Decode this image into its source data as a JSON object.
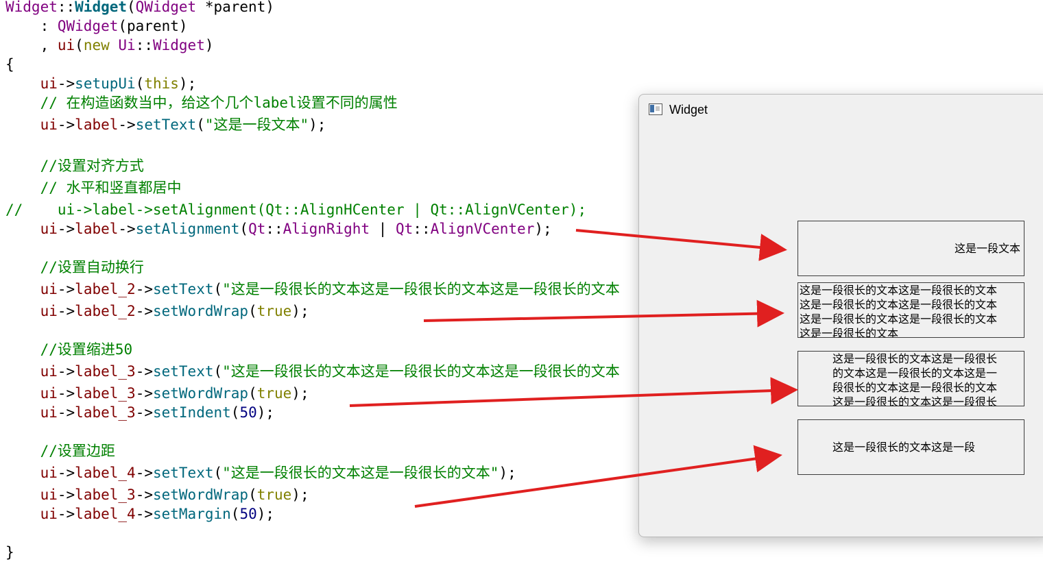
{
  "code_lines": [
    {
      "id": "l1",
      "parts": [
        {
          "t": "Widget",
          "c": "kw-cls"
        },
        {
          "t": "::",
          "c": ""
        },
        {
          "t": "Widget",
          "c": "kw-fn"
        },
        {
          "t": "(",
          "c": ""
        },
        {
          "t": "QWidget",
          "c": "kw-cls"
        },
        {
          "t": " *parent)",
          "c": ""
        }
      ]
    },
    {
      "id": "l2",
      "parts": [
        {
          "t": "    : ",
          "c": ""
        },
        {
          "t": "QWidget",
          "c": "kw-cls"
        },
        {
          "t": "(parent)",
          "c": ""
        }
      ]
    },
    {
      "id": "l3",
      "parts": [
        {
          "t": "    , ",
          "c": ""
        },
        {
          "t": "ui",
          "c": "kw-member"
        },
        {
          "t": "(",
          "c": ""
        },
        {
          "t": "new ",
          "c": "kw-bool"
        },
        {
          "t": "Ui",
          "c": "kw-ns"
        },
        {
          "t": "::",
          "c": ""
        },
        {
          "t": "Widget",
          "c": "kw-cls"
        },
        {
          "t": ")",
          "c": ""
        }
      ]
    },
    {
      "id": "l4",
      "parts": [
        {
          "t": "{",
          "c": ""
        }
      ]
    },
    {
      "id": "l5",
      "parts": [
        {
          "t": "    ",
          "c": ""
        },
        {
          "t": "ui",
          "c": "kw-member"
        },
        {
          "t": "->",
          "c": ""
        },
        {
          "t": "setupUi",
          "c": "kw-method"
        },
        {
          "t": "(",
          "c": ""
        },
        {
          "t": "this",
          "c": "kw-bool"
        },
        {
          "t": ");",
          "c": ""
        }
      ]
    },
    {
      "id": "l6",
      "parts": [
        {
          "t": "    // 在构造函数当中，给这个几个label设置不同的属性",
          "c": "kw-cm"
        }
      ]
    },
    {
      "id": "l7",
      "parts": [
        {
          "t": "    ",
          "c": ""
        },
        {
          "t": "ui",
          "c": "kw-member"
        },
        {
          "t": "->",
          "c": ""
        },
        {
          "t": "label",
          "c": "kw-member"
        },
        {
          "t": "->",
          "c": ""
        },
        {
          "t": "setText",
          "c": "kw-method"
        },
        {
          "t": "(",
          "c": ""
        },
        {
          "t": "\"这是一段文本\"",
          "c": "kw-str"
        },
        {
          "t": ");",
          "c": ""
        }
      ]
    },
    {
      "id": "l8",
      "parts": [
        {
          "t": "    //设置对齐方式",
          "c": "kw-cm"
        }
      ]
    },
    {
      "id": "l9",
      "parts": [
        {
          "t": "    // 水平和竖直都居中",
          "c": "kw-cm"
        }
      ]
    },
    {
      "id": "l10",
      "parts": [
        {
          "t": "//    ui->label->setAlignment(Qt::AlignHCenter | Qt::AlignVCenter);",
          "c": "kw-cm"
        }
      ]
    },
    {
      "id": "l11",
      "parts": [
        {
          "t": "    ",
          "c": ""
        },
        {
          "t": "ui",
          "c": "kw-member"
        },
        {
          "t": "->",
          "c": ""
        },
        {
          "t": "label",
          "c": "kw-member"
        },
        {
          "t": "->",
          "c": ""
        },
        {
          "t": "setAlignment",
          "c": "kw-method"
        },
        {
          "t": "(",
          "c": ""
        },
        {
          "t": "Qt",
          "c": "kw-ns"
        },
        {
          "t": "::",
          "c": ""
        },
        {
          "t": "AlignRight",
          "c": "kw-enum"
        },
        {
          "t": " | ",
          "c": ""
        },
        {
          "t": "Qt",
          "c": "kw-ns"
        },
        {
          "t": "::",
          "c": ""
        },
        {
          "t": "AlignVCenter",
          "c": "kw-enum"
        },
        {
          "t": ");",
          "c": ""
        }
      ]
    },
    {
      "id": "l12",
      "parts": [
        {
          "t": "    //设置自动换行",
          "c": "kw-cm"
        }
      ]
    },
    {
      "id": "l13",
      "parts": [
        {
          "t": "    ",
          "c": ""
        },
        {
          "t": "ui",
          "c": "kw-member"
        },
        {
          "t": "->",
          "c": ""
        },
        {
          "t": "label_2",
          "c": "kw-member"
        },
        {
          "t": "->",
          "c": ""
        },
        {
          "t": "setText",
          "c": "kw-method"
        },
        {
          "t": "(",
          "c": ""
        },
        {
          "t": "\"这是一段很长的文本这是一段很长的文本这是一段很长的文本",
          "c": "kw-str"
        }
      ]
    },
    {
      "id": "l14",
      "parts": [
        {
          "t": "    ",
          "c": ""
        },
        {
          "t": "ui",
          "c": "kw-member"
        },
        {
          "t": "->",
          "c": ""
        },
        {
          "t": "label_2",
          "c": "kw-member"
        },
        {
          "t": "->",
          "c": ""
        },
        {
          "t": "setWordWrap",
          "c": "kw-method"
        },
        {
          "t": "(",
          "c": ""
        },
        {
          "t": "true",
          "c": "kw-bool"
        },
        {
          "t": ");",
          "c": ""
        }
      ]
    },
    {
      "id": "l15",
      "parts": [
        {
          "t": "    //设置缩进50",
          "c": "kw-cm"
        }
      ]
    },
    {
      "id": "l16",
      "parts": [
        {
          "t": "    ",
          "c": ""
        },
        {
          "t": "ui",
          "c": "kw-member"
        },
        {
          "t": "->",
          "c": ""
        },
        {
          "t": "label_3",
          "c": "kw-member"
        },
        {
          "t": "->",
          "c": ""
        },
        {
          "t": "setText",
          "c": "kw-method"
        },
        {
          "t": "(",
          "c": ""
        },
        {
          "t": "\"这是一段很长的文本这是一段很长的文本这是一段很长的文本",
          "c": "kw-str"
        }
      ]
    },
    {
      "id": "l17",
      "parts": [
        {
          "t": "    ",
          "c": ""
        },
        {
          "t": "ui",
          "c": "kw-member"
        },
        {
          "t": "->",
          "c": ""
        },
        {
          "t": "label_3",
          "c": "kw-member"
        },
        {
          "t": "->",
          "c": ""
        },
        {
          "t": "setWordWrap",
          "c": "kw-method"
        },
        {
          "t": "(",
          "c": ""
        },
        {
          "t": "true",
          "c": "kw-bool"
        },
        {
          "t": ");",
          "c": ""
        }
      ]
    },
    {
      "id": "l18",
      "parts": [
        {
          "t": "    ",
          "c": ""
        },
        {
          "t": "ui",
          "c": "kw-member"
        },
        {
          "t": "->",
          "c": ""
        },
        {
          "t": "label_3",
          "c": "kw-member"
        },
        {
          "t": "->",
          "c": ""
        },
        {
          "t": "setIndent",
          "c": "kw-method"
        },
        {
          "t": "(",
          "c": ""
        },
        {
          "t": "50",
          "c": "kw-num"
        },
        {
          "t": ");",
          "c": ""
        }
      ]
    },
    {
      "id": "l19",
      "parts": [
        {
          "t": "    //设置边距",
          "c": "kw-cm"
        }
      ]
    },
    {
      "id": "l20",
      "parts": [
        {
          "t": "    ",
          "c": ""
        },
        {
          "t": "ui",
          "c": "kw-member"
        },
        {
          "t": "->",
          "c": ""
        },
        {
          "t": "label_4",
          "c": "kw-member"
        },
        {
          "t": "->",
          "c": ""
        },
        {
          "t": "setText",
          "c": "kw-method"
        },
        {
          "t": "(",
          "c": ""
        },
        {
          "t": "\"这是一段很长的文本这是一段很长的文本\"",
          "c": "kw-str"
        },
        {
          "t": ");",
          "c": ""
        }
      ]
    },
    {
      "id": "l21",
      "parts": [
        {
          "t": "    ",
          "c": ""
        },
        {
          "t": "ui",
          "c": "kw-member"
        },
        {
          "t": "->",
          "c": ""
        },
        {
          "t": "label_3",
          "c": "kw-member"
        },
        {
          "t": "->",
          "c": ""
        },
        {
          "t": "setWordWrap",
          "c": "kw-method"
        },
        {
          "t": "(",
          "c": ""
        },
        {
          "t": "true",
          "c": "kw-bool"
        },
        {
          "t": ");",
          "c": ""
        }
      ]
    },
    {
      "id": "l22",
      "parts": [
        {
          "t": "    ",
          "c": ""
        },
        {
          "t": "ui",
          "c": "kw-member"
        },
        {
          "t": "->",
          "c": ""
        },
        {
          "t": "label_4",
          "c": "kw-member"
        },
        {
          "t": "->",
          "c": ""
        },
        {
          "t": "setMargin",
          "c": "kw-method"
        },
        {
          "t": "(",
          "c": ""
        },
        {
          "t": "50",
          "c": "kw-num"
        },
        {
          "t": ");",
          "c": ""
        }
      ]
    },
    {
      "id": "l23",
      "parts": [
        {
          "t": "}",
          "c": ""
        }
      ]
    }
  ],
  "window": {
    "title": "Widget",
    "label1_text": "这是一段文本",
    "label2_lines": [
      "这是一段很长的文本这是一段很长的文本",
      "这是一段很长的文本这是一段很长的文本",
      "这是一段很长的文本这是一段很长的文本",
      "这是一段很长的文本"
    ],
    "label3_lines": [
      "这是一段很长的文本这是一段很长",
      "的文本这是一段很长的文本这是一",
      "段很长的文本这是一段很长的文本",
      "这是一段很长的文本这是一段很长"
    ],
    "label4_text": "这是一段很长的文本这是一段"
  },
  "colors": {
    "arrow": "#e02020"
  }
}
